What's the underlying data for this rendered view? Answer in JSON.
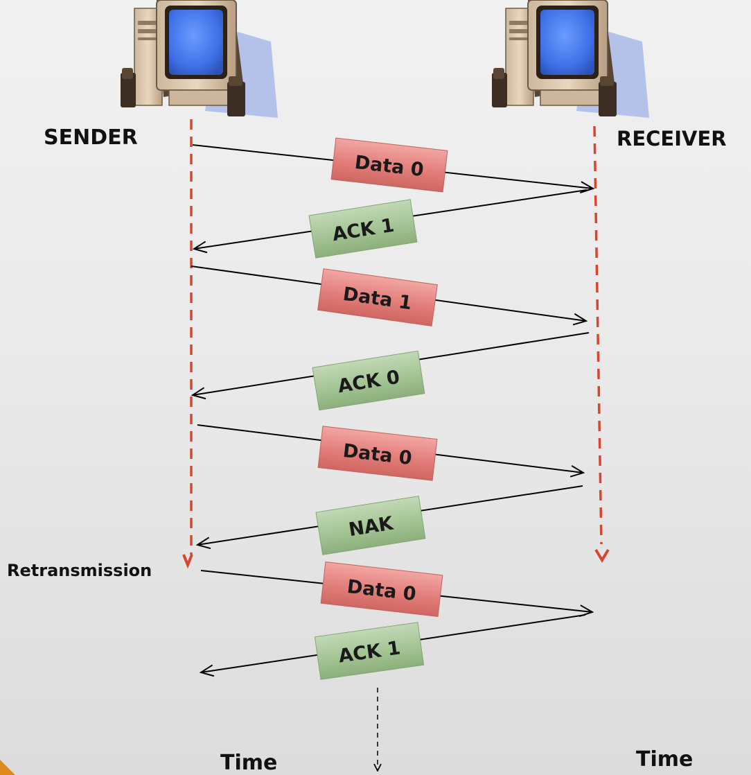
{
  "sender_label": "SENDER",
  "receiver_label": "RECEIVER",
  "retransmission_label": "Retransmission",
  "time_label_left": "Time",
  "time_label_right": "Time",
  "colors": {
    "timeline": "#d9462f",
    "data_packet": "#e98582",
    "ack_packet": "#a3c496",
    "arrow": "#000000",
    "background": "#ececec",
    "corner_accent": "#e0891c"
  },
  "messages": [
    {
      "label": "Data 0",
      "kind": "data",
      "direction": "sender-to-receiver"
    },
    {
      "label": "ACK 1",
      "kind": "ack",
      "direction": "receiver-to-sender"
    },
    {
      "label": "Data 1",
      "kind": "data",
      "direction": "sender-to-receiver"
    },
    {
      "label": "ACK 0",
      "kind": "ack",
      "direction": "receiver-to-sender"
    },
    {
      "label": "Data 0",
      "kind": "data",
      "direction": "sender-to-receiver"
    },
    {
      "label": "NAK",
      "kind": "ack",
      "direction": "receiver-to-sender"
    },
    {
      "label": "Data 0",
      "kind": "data",
      "direction": "sender-to-receiver"
    },
    {
      "label": "ACK 1",
      "kind": "ack",
      "direction": "receiver-to-sender"
    }
  ]
}
